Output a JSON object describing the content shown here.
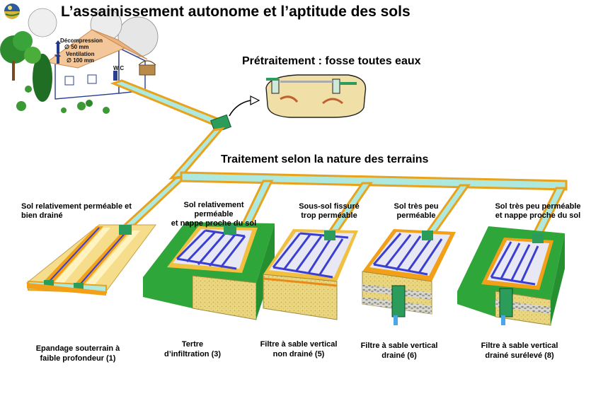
{
  "title": "L’assainissement autonome et l’aptitude des sols",
  "house": {
    "decompression_label": "Décompression",
    "decompression_size": "∅ 50 mm",
    "ventilation_label": "Ventilation",
    "ventilation_size": "∅ 100 mm",
    "wc_label": "W.C"
  },
  "pretreatment_title": "Prétraitement : fosse toutes eaux",
  "treatment_title": "Traitement selon la nature des terrains",
  "soils": [
    {
      "line1": "Sol relativement perméable et",
      "line2": "bien drainé"
    },
    {
      "line1": "Sol relativement perméable",
      "line2": "et nappe proche du sol"
    },
    {
      "line1": "Sous-sol fissuré",
      "line2": "trop perméable"
    },
    {
      "line1": "Sol très peu",
      "line2": "perméable"
    },
    {
      "line1": "Sol très peu perméable",
      "line2": "et nappe proche du sol"
    }
  ],
  "systems": [
    {
      "line1": "Epandage souterrain à",
      "line2": "faible profondeur (1)"
    },
    {
      "line1": "Tertre",
      "line2": "d’infiltration (3)"
    },
    {
      "line1": "Filtre à sable vertical",
      "line2": "non drainé (5)"
    },
    {
      "line1": "Filtre à sable vertical",
      "line2": "drainé (6)"
    },
    {
      "line1": "Filtre à sable vertical",
      "line2": "drainé surélevé (8)"
    }
  ],
  "colors": {
    "pipe_fill": "#aee9e0",
    "pipe_edge": "#e8a21c",
    "grass": "#2fa63a",
    "sand": "#e8d27a",
    "gravel_trench": "#f2a018",
    "drain_blue": "#3a3fd0",
    "distribution_box": "#2c9c5a"
  }
}
